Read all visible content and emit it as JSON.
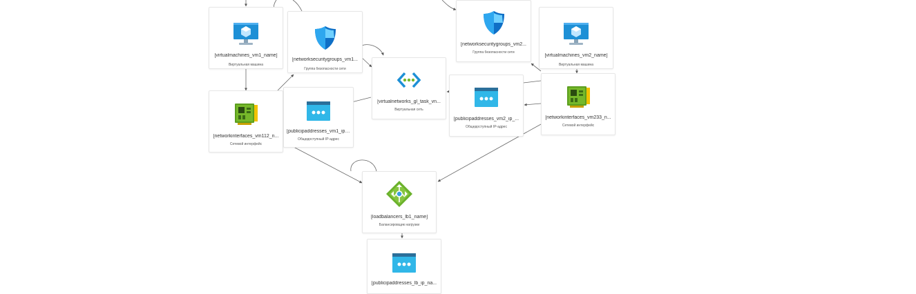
{
  "nodes": {
    "vm1": {
      "name": "[virtualmachines_vm1_name]",
      "type": "Виртуальная машина",
      "icon": "virtual-machine-icon"
    },
    "nsg1": {
      "name": "[networksecuritygroups_vm1...",
      "type": "Группа безопасности сети",
      "icon": "network-security-group-icon"
    },
    "nsg2": {
      "name": "[networksecuritygroups_vm2...",
      "type": "Группа безопасности сети",
      "icon": "network-security-group-icon"
    },
    "vm2": {
      "name": "[virtualmachines_vm2_name]",
      "type": "Виртуальная машина",
      "icon": "virtual-machine-icon"
    },
    "nic1": {
      "name": "[networkinterfaces_vm112_n...",
      "type": "Сетевой интерфейс",
      "icon": "network-interface-icon"
    },
    "pip1": {
      "name": "[publicipaddresses_vm1_ip_...",
      "type": "Общедоступный IP-адрес",
      "icon": "public-ip-icon"
    },
    "vnet": {
      "name": "[virtualnetworks_gl_task_vn...",
      "type": "Виртуальная сеть",
      "icon": "virtual-network-icon"
    },
    "pip2": {
      "name": "[publicipaddresses_vm2_ip_...",
      "type": "Общедоступный IP-адрес",
      "icon": "public-ip-icon"
    },
    "nic2": {
      "name": "[networkinterfaces_vm233_n...",
      "type": "Сетевой интерфейс",
      "icon": "network-interface-icon"
    },
    "lb": {
      "name": "[loadbalancers_lb1_name]",
      "type": "Балансировщик нагрузки",
      "icon": "load-balancer-icon"
    },
    "piplb": {
      "name": "[publicipaddresses_lb_ip_na...",
      "type": "",
      "icon": "public-ip-icon"
    }
  },
  "colors": {
    "edge": "#5a5a5a",
    "vm": "#1e90d6",
    "shield": "#0f6fc6",
    "nic": "#76b82a",
    "pip": "#31b7e8",
    "lb": "#6ab12b"
  }
}
